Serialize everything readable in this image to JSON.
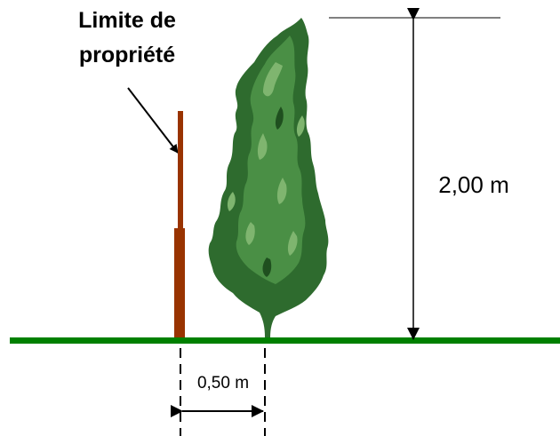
{
  "labels": {
    "property_limit_line1": "Limite de",
    "property_limit_line2": "propriété",
    "height": "2,00 m",
    "distance": "0,50 m"
  },
  "colors": {
    "ground": "#008000",
    "post": "#993300",
    "tree_dark": "#2e6b2e",
    "tree_mid": "#4a8f45",
    "tree_light": "#7fb56f",
    "lines": "#000000"
  }
}
